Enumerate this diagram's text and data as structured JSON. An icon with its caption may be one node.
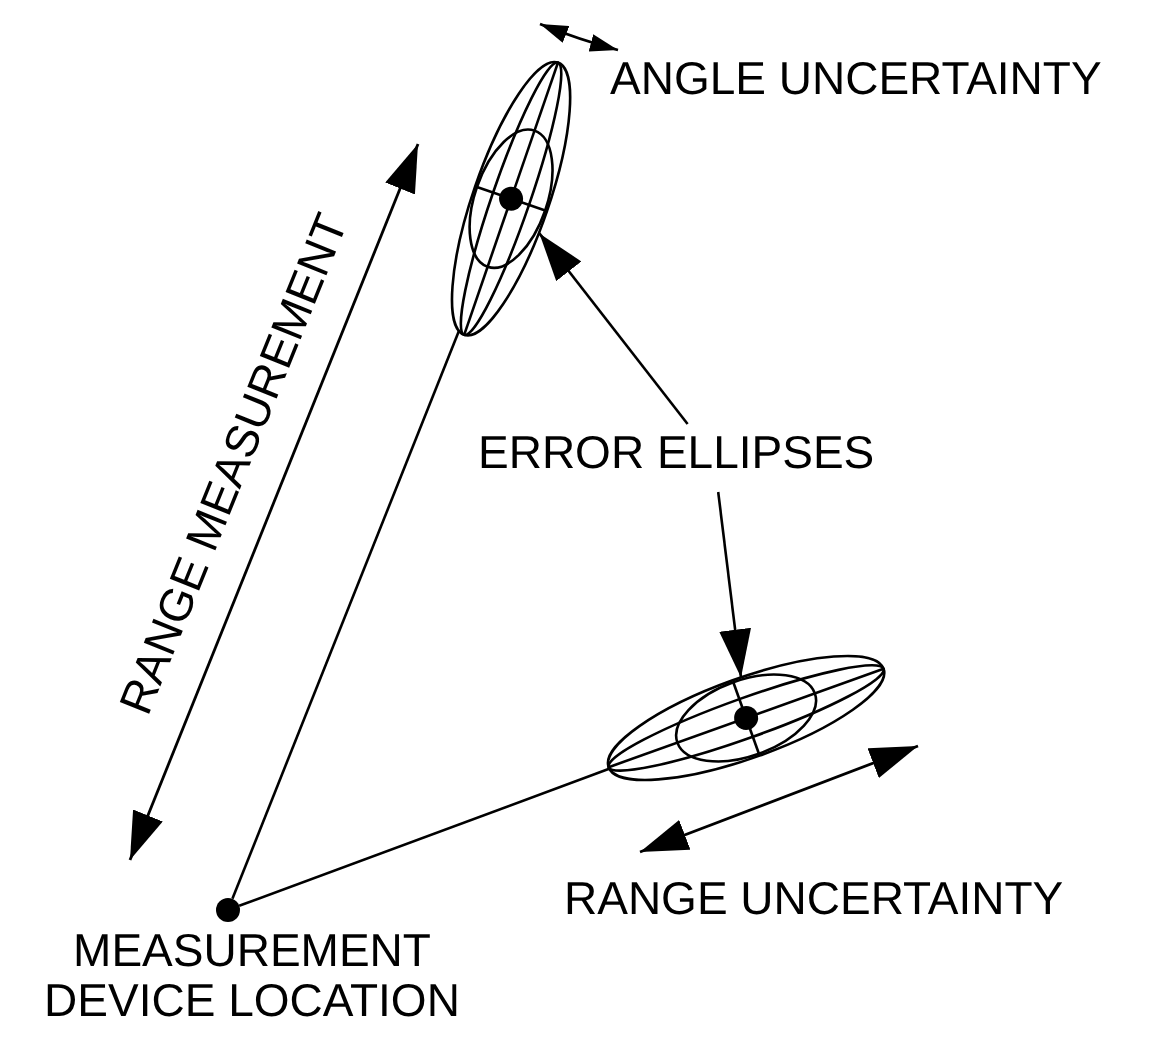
{
  "diagram": {
    "nodes": [
      {
        "text": [],
        "shape": "ellipse"
      },
      {
        "text": [
          "ERROR ELLIPSES"
        ]
      },
      {
        "text": [],
        "shape": "ellipse"
      },
      {
        "text": [],
        "shape": "circle",
        "beside": [
          "MEASUREMENT DEVICE LOCATION"
        ]
      }
    ],
    "edges": [
      {
        "from": 1,
        "to": 0,
        "arrow": "to"
      },
      {
        "from": 1,
        "to": 2,
        "arrow": "to"
      },
      {
        "from": 3,
        "to": 0,
        "arrow": "none"
      },
      {
        "from": 3,
        "to": 2,
        "arrow": "none"
      }
    ],
    "labels": [
      "ANGLE UNCERTAINTY",
      "RANGE MEASUREMENT",
      "RANGE UNCERTAINTY"
    ]
  }
}
